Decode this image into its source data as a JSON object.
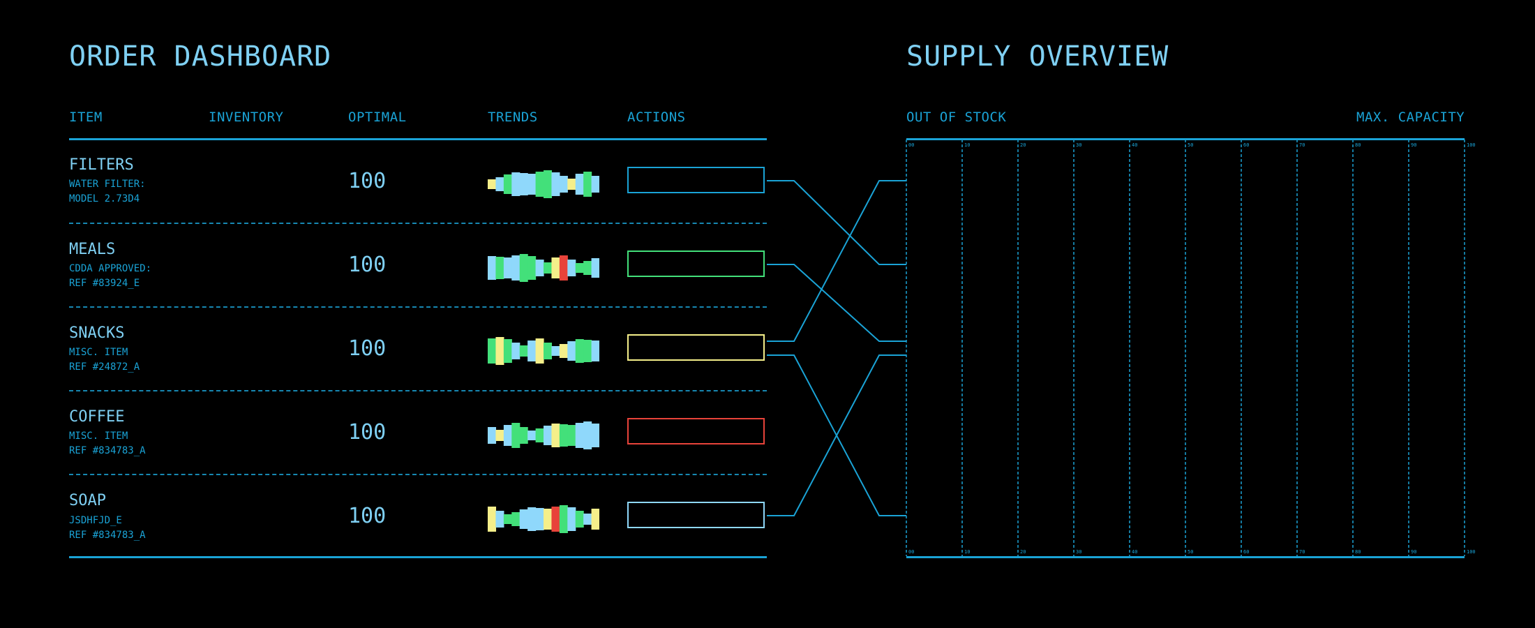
{
  "order": {
    "title": "ORDER DASHBOARD",
    "columns": [
      "ITEM",
      "INVENTORY",
      "OPTIMAL",
      "TRENDS",
      "ACTIONS"
    ],
    "rows": [
      {
        "name": "FILTERS",
        "sub1": "WATER FILTER:",
        "sub2": "MODEL 2.73D4",
        "inventory": "",
        "optimal": "100",
        "action_color": "#1aa3d6",
        "trend": [
          "yellow",
          "blue",
          "green",
          "blue",
          "blue",
          "blue",
          "green",
          "green",
          "blue",
          "blue",
          "yellow",
          "blue",
          "green",
          "blue"
        ]
      },
      {
        "name": "MEALS",
        "sub1": "CDDA APPROVED:",
        "sub2": "REF #83924_E",
        "inventory": "",
        "optimal": "100",
        "action_color": "#43e07a",
        "trend": [
          "blue",
          "green",
          "blue",
          "blue",
          "green",
          "green",
          "blue",
          "green",
          "yellow",
          "red",
          "blue",
          "green",
          "green",
          "blue"
        ]
      },
      {
        "name": "SNACKS",
        "sub1": "MISC. ITEM",
        "sub2": "REF #24872_A",
        "inventory": "",
        "optimal": "100",
        "action_color": "#f5ef8a",
        "trend": [
          "green",
          "yellow",
          "green",
          "blue",
          "green",
          "blue",
          "yellow",
          "green",
          "blue",
          "yellow",
          "blue",
          "green",
          "green",
          "blue"
        ]
      },
      {
        "name": "COFFEE",
        "sub1": "MISC. ITEM",
        "sub2": "REF #834783_A",
        "inventory": "",
        "optimal": "100",
        "action_color": "#e8433a",
        "trend": [
          "blue",
          "yellow",
          "blue",
          "green",
          "green",
          "blue",
          "green",
          "blue",
          "yellow",
          "green",
          "green",
          "blue",
          "blue",
          "blue"
        ]
      },
      {
        "name": "SOAP",
        "sub1": "JSDHFJD_E",
        "sub2": "REF #834783_A",
        "inventory": "",
        "optimal": "100",
        "action_color": "#8fd8fb",
        "trend": [
          "yellow",
          "blue",
          "green",
          "green",
          "blue",
          "blue",
          "blue",
          "yellow",
          "red",
          "green",
          "blue",
          "green",
          "blue",
          "yellow"
        ]
      }
    ]
  },
  "supply": {
    "title": "SUPPLY OVERVIEW",
    "left_label": "OUT OF STOCK",
    "right_label": "MAX. CAPACITY",
    "ticks": [
      "00",
      "10",
      "20",
      "30",
      "40",
      "50",
      "60",
      "70",
      "80",
      "90",
      "100"
    ],
    "links": [
      [
        0,
        1
      ],
      [
        1,
        2
      ],
      [
        2,
        0
      ],
      [
        3,
        4
      ],
      [
        4,
        3
      ]
    ]
  },
  "colors": {
    "accent": "#1aa3d6",
    "text_light": "#7fd0f3",
    "blue": "#8fd8fb",
    "green": "#43e07a",
    "yellow": "#f5ef8a",
    "red": "#e8433a"
  }
}
